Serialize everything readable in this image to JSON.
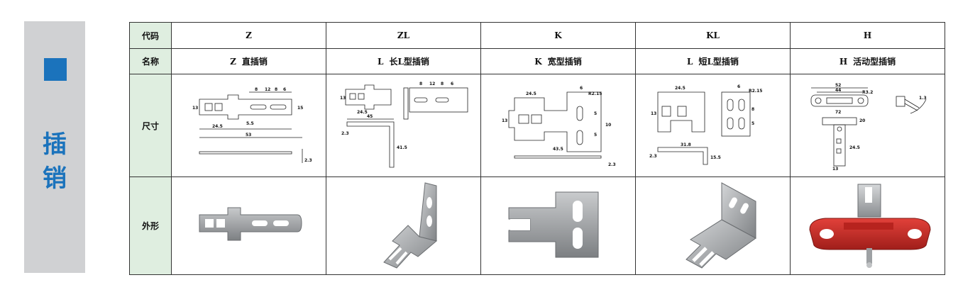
{
  "side_banner": {
    "chars": [
      "插",
      "销"
    ],
    "accent": "#1b73bc"
  },
  "table": {
    "row_headers": {
      "code": "代码",
      "name": "名称",
      "size": "尺寸",
      "shape": "外形"
    },
    "columns": [
      {
        "code": "Z",
        "name_code": "Z",
        "name": "直插销"
      },
      {
        "code": "ZL",
        "name_code": "L",
        "name": "长L型插销"
      },
      {
        "code": "K",
        "name_code": "K",
        "name": "宽型插销"
      },
      {
        "code": "KL",
        "name_code": "L",
        "name": "短L型插销"
      },
      {
        "code": "H",
        "name_code": "H",
        "name": "活动型插销"
      }
    ],
    "header_bg": "#dfeee0"
  },
  "dimensions": {
    "z": [
      "8",
      "12",
      "8",
      "6",
      "13",
      "5.5",
      "15",
      "24.5",
      "53",
      "2.3"
    ],
    "zl": [
      "13",
      "8",
      "12",
      "8",
      "6",
      "24.5",
      "45",
      "2.3",
      "41.5"
    ],
    "k": [
      "24.5",
      "6",
      "R2.15",
      "5",
      "5",
      "13",
      "43.5",
      "2.3",
      "10"
    ],
    "kl": [
      "24.5",
      "6",
      "R2.15",
      "8",
      "5",
      "13",
      "31.8",
      "2.3",
      "15.5"
    ],
    "h": [
      "52",
      "44",
      "R3.2",
      "72",
      "24.5",
      "13",
      "1.3",
      "20"
    ]
  }
}
